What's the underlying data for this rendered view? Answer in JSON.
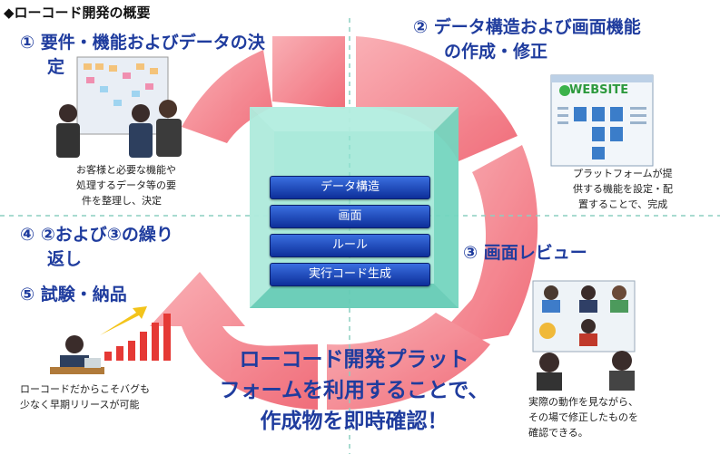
{
  "title": "◆ローコード開発の概要",
  "steps": {
    "s1": {
      "heading_line1": "① 要件・機能およびデータの決",
      "heading_line2": "定",
      "desc": [
        "お客様と必要な機能や",
        "処理するデータ等の要",
        "件を整理し、決定"
      ]
    },
    "s2": {
      "heading_line1": "② データ構造および画面機能",
      "heading_line2": "の作成・修正",
      "desc": [
        "プラットフォームが提",
        "供する機能を設定・配",
        "置することで、完成"
      ]
    },
    "s3": {
      "heading": "③ 画面レビュー",
      "desc": [
        "実際の動作を見ながら、",
        "その場で修正したものを",
        "確認できる。"
      ]
    },
    "s4": {
      "heading_line1": "④ ②および③の繰り",
      "heading_line2": "返し"
    },
    "s5": {
      "heading": "⑤ 試験・納品",
      "desc": [
        "ローコードだからこそバグも",
        "少なく早期リリースが可能"
      ]
    }
  },
  "center_buttons": [
    "データ構造",
    "画面",
    "ルール",
    "実行コード生成"
  ],
  "website_label": "WEBSITE",
  "message": [
    "ローコード開発プラット",
    "フォームを利用することで、",
    "作成物を即時確認！"
  ],
  "colors": {
    "arrow": "#f26b78",
    "heading": "#1f3c9e",
    "box": "#8fe3cf",
    "button": "#1b4fc8"
  },
  "icons": [
    "meeting-people-icon",
    "website-window-icon",
    "video-conference-icon",
    "growth-chart-worker-icon"
  ]
}
